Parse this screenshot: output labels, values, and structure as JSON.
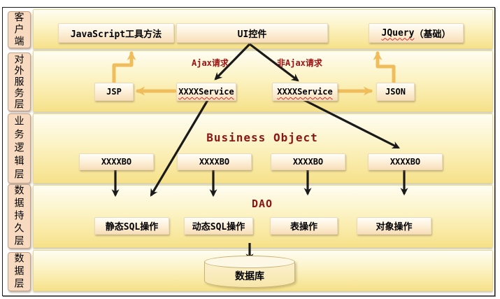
{
  "layers": [
    {
      "label": "客户端"
    },
    {
      "label": "对外服务层"
    },
    {
      "label": "业务逻辑层"
    },
    {
      "label": "数据持久层"
    },
    {
      "label": "数据层"
    }
  ],
  "client_layer": {
    "js_utils": "JavaScript工具方法",
    "ui_widget": "UI控件",
    "jquery_en": "JQuery",
    "jquery_zh": "（基础）"
  },
  "service_layer": {
    "ajax_label": "Ajax请求",
    "non_ajax_label": "非Ajax请求",
    "jsp": "JSP",
    "service_left": "XXXXService",
    "service_right": "XXXXService",
    "json": "JSON"
  },
  "business_layer": {
    "title": "Business Object",
    "bo_boxes": [
      {
        "label": "XXXXBO"
      },
      {
        "label": "XXXXBO"
      },
      {
        "label": "XXXXBO"
      },
      {
        "label": "XXXXBO"
      }
    ]
  },
  "dao_layer": {
    "title": "DAO",
    "operations": [
      {
        "label": "静态SQL操作"
      },
      {
        "label": "动态SQL操作"
      },
      {
        "label": "表操作"
      },
      {
        "label": "对象操作"
      }
    ]
  },
  "data_layer": {
    "database": "数据库"
  },
  "colors": {
    "band_top": "#FEFDF2",
    "band_bottom": "#F6E189",
    "node_top": "#FFFEFA",
    "node_bottom": "#F8DEB9",
    "layer_label_bg": "#F7DABF",
    "accent_red": "#8B1414",
    "arrow_orange": "#F0BD5C",
    "arrow_black": "#1A1A1A"
  }
}
